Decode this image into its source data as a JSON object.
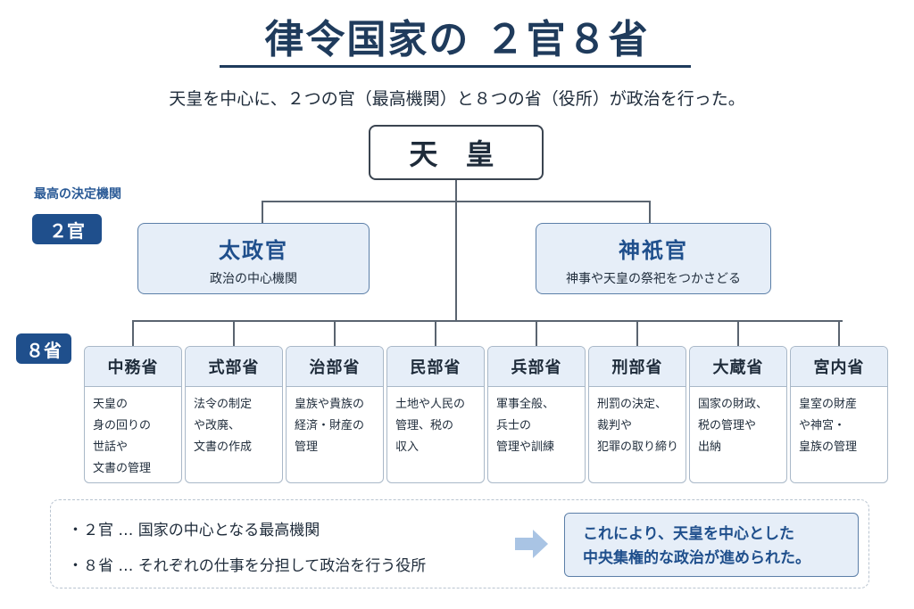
{
  "title": "律令国家の ２官８省",
  "subtitle": "天皇を中心に、２つの官（最高機関）と８つの省（役所）が政治を行った。",
  "emperor": "天 皇",
  "two_kan": {
    "side_note": "最高の決定機関",
    "badge": "２官",
    "items": [
      {
        "name": "太政官",
        "desc": "政治の中心機関"
      },
      {
        "name": "神祇官",
        "desc": "神事や天皇の祭祀をつかさどる"
      }
    ]
  },
  "eight_sho": {
    "badge": "８省",
    "items": [
      {
        "name": "中務省",
        "lines": [
          "天皇の",
          "身の回りの",
          "世話や",
          "文書の管理"
        ]
      },
      {
        "name": "式部省",
        "lines": [
          "法令の制定",
          "や改廃、",
          "文書の作成"
        ]
      },
      {
        "name": "治部省",
        "lines": [
          "皇族や貴族の",
          "経済・財産の",
          "管理"
        ]
      },
      {
        "name": "民部省",
        "lines": [
          "土地や人民の",
          "管理、税の",
          "収入"
        ]
      },
      {
        "name": "兵部省",
        "lines": [
          "軍事全般、",
          "兵士の",
          "管理や訓練"
        ]
      },
      {
        "name": "刑部省",
        "lines": [
          "刑罰の決定、",
          "裁判や",
          "犯罪の取り締り"
        ]
      },
      {
        "name": "大蔵省",
        "lines": [
          "国家の財政、",
          "税の管理や",
          "出納"
        ]
      },
      {
        "name": "宮内省",
        "lines": [
          "皇室の財産",
          "や神宮・",
          "皇族の管理"
        ]
      }
    ]
  },
  "summary": {
    "line1": "・２官 … 国家の中心となる最高機関",
    "line2": "・８省 … それぞれの仕事を分担して政治を行う役所",
    "result_line1": "これにより、天皇を中心とした",
    "result_line2": "中央集権的な政治が進められた。"
  },
  "colors": {
    "navy": "#1f3b5c",
    "accent_blue": "#1f4f8c",
    "box_fill": "#e6eef8",
    "arrow": "#a9c4e4"
  }
}
